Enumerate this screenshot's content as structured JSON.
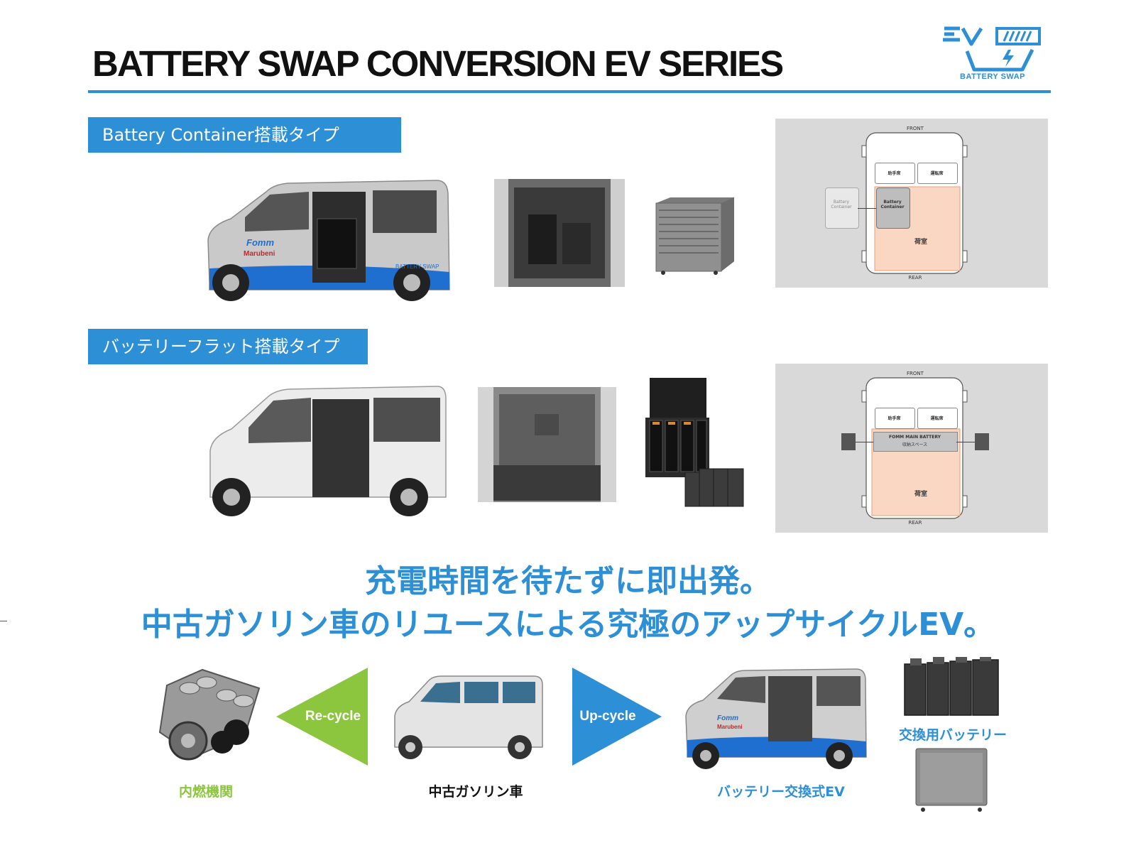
{
  "header": {
    "title": "BATTERY SWAP CONVERSION EV SERIES",
    "logo_caption": "BATTERY SWAP",
    "accent_color": "#2d8fd6"
  },
  "section1": {
    "label": "Battery Container搭載タイプ",
    "van_decal_brand": "Fomm",
    "van_decal_partner": "Marubeni",
    "van_decal_logo": "BATTERY SWAP",
    "plan": {
      "front": "FRONT",
      "rear": "REAR",
      "seat_left": "助手席",
      "seat_right": "運転席",
      "outside_box": "Battery Container",
      "inside_box": "Battery Container",
      "cargo": "荷室"
    }
  },
  "section2": {
    "label": "バッテリーフラット搭載タイプ",
    "plan": {
      "front": "FRONT",
      "rear": "REAR",
      "seat_left": "助手席",
      "seat_right": "運転席",
      "battery_line1": "FOMM MAIN BATTERY",
      "battery_line2": "収納スペース",
      "cargo": "荷室"
    }
  },
  "headline": {
    "line1": "充電時間を待たずに即出発。",
    "line2": "中古ガソリン車のリユースによる究極のアップサイクルEV。"
  },
  "flow": {
    "engine_label": "内燃機関",
    "recycle": "Re-cycle",
    "used_car_label": "中古ガソリン車",
    "upcycle": "Up-cycle",
    "ev_label": "バッテリー交換式EV",
    "ev_decal_brand": "Fomm",
    "ev_decal_partner": "Marubeni",
    "battery_label": "交換用バッテリー",
    "recycle_color": "#8cc63f",
    "upcycle_color": "#2d8fd6"
  }
}
